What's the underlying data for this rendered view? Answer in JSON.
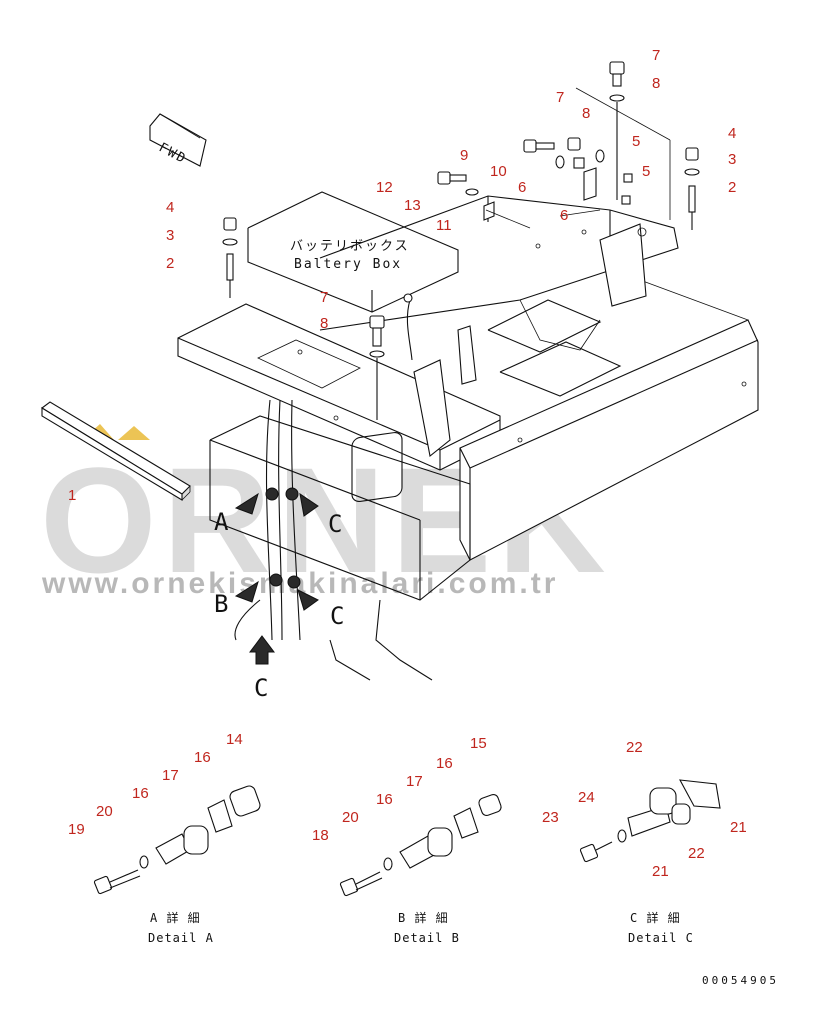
{
  "diagram": {
    "fwd_label": "FWD",
    "battery_box_jp": "バッテリボックス",
    "battery_box_en": "Baltery Box",
    "watermark_brand": "ORNEK",
    "watermark_url": "www.ornekismakinalari.com.tr",
    "drawing_number": "00054905",
    "view_letters": [
      "A",
      "C",
      "B",
      "C",
      "C"
    ],
    "details": [
      {
        "jp": "A 詳 細",
        "en": "Detail A"
      },
      {
        "jp": "B 詳 細",
        "en": "Detail B"
      },
      {
        "jp": "C 詳 細",
        "en": "Detail C"
      }
    ],
    "callouts": [
      "7",
      "8",
      "7",
      "8",
      "4",
      "3",
      "2",
      "9",
      "10",
      "6",
      "5",
      "5",
      "4",
      "3",
      "2",
      "12",
      "13",
      "11",
      "6",
      "7",
      "8",
      "1",
      "14",
      "16",
      "17",
      "16",
      "20",
      "19",
      "15",
      "16",
      "17",
      "16",
      "20",
      "18",
      "22",
      "24",
      "23",
      "21",
      "21",
      "22"
    ],
    "colors": {
      "callout": "#c0261e",
      "line": "#111111",
      "watermark": "#bdbdbd"
    }
  }
}
